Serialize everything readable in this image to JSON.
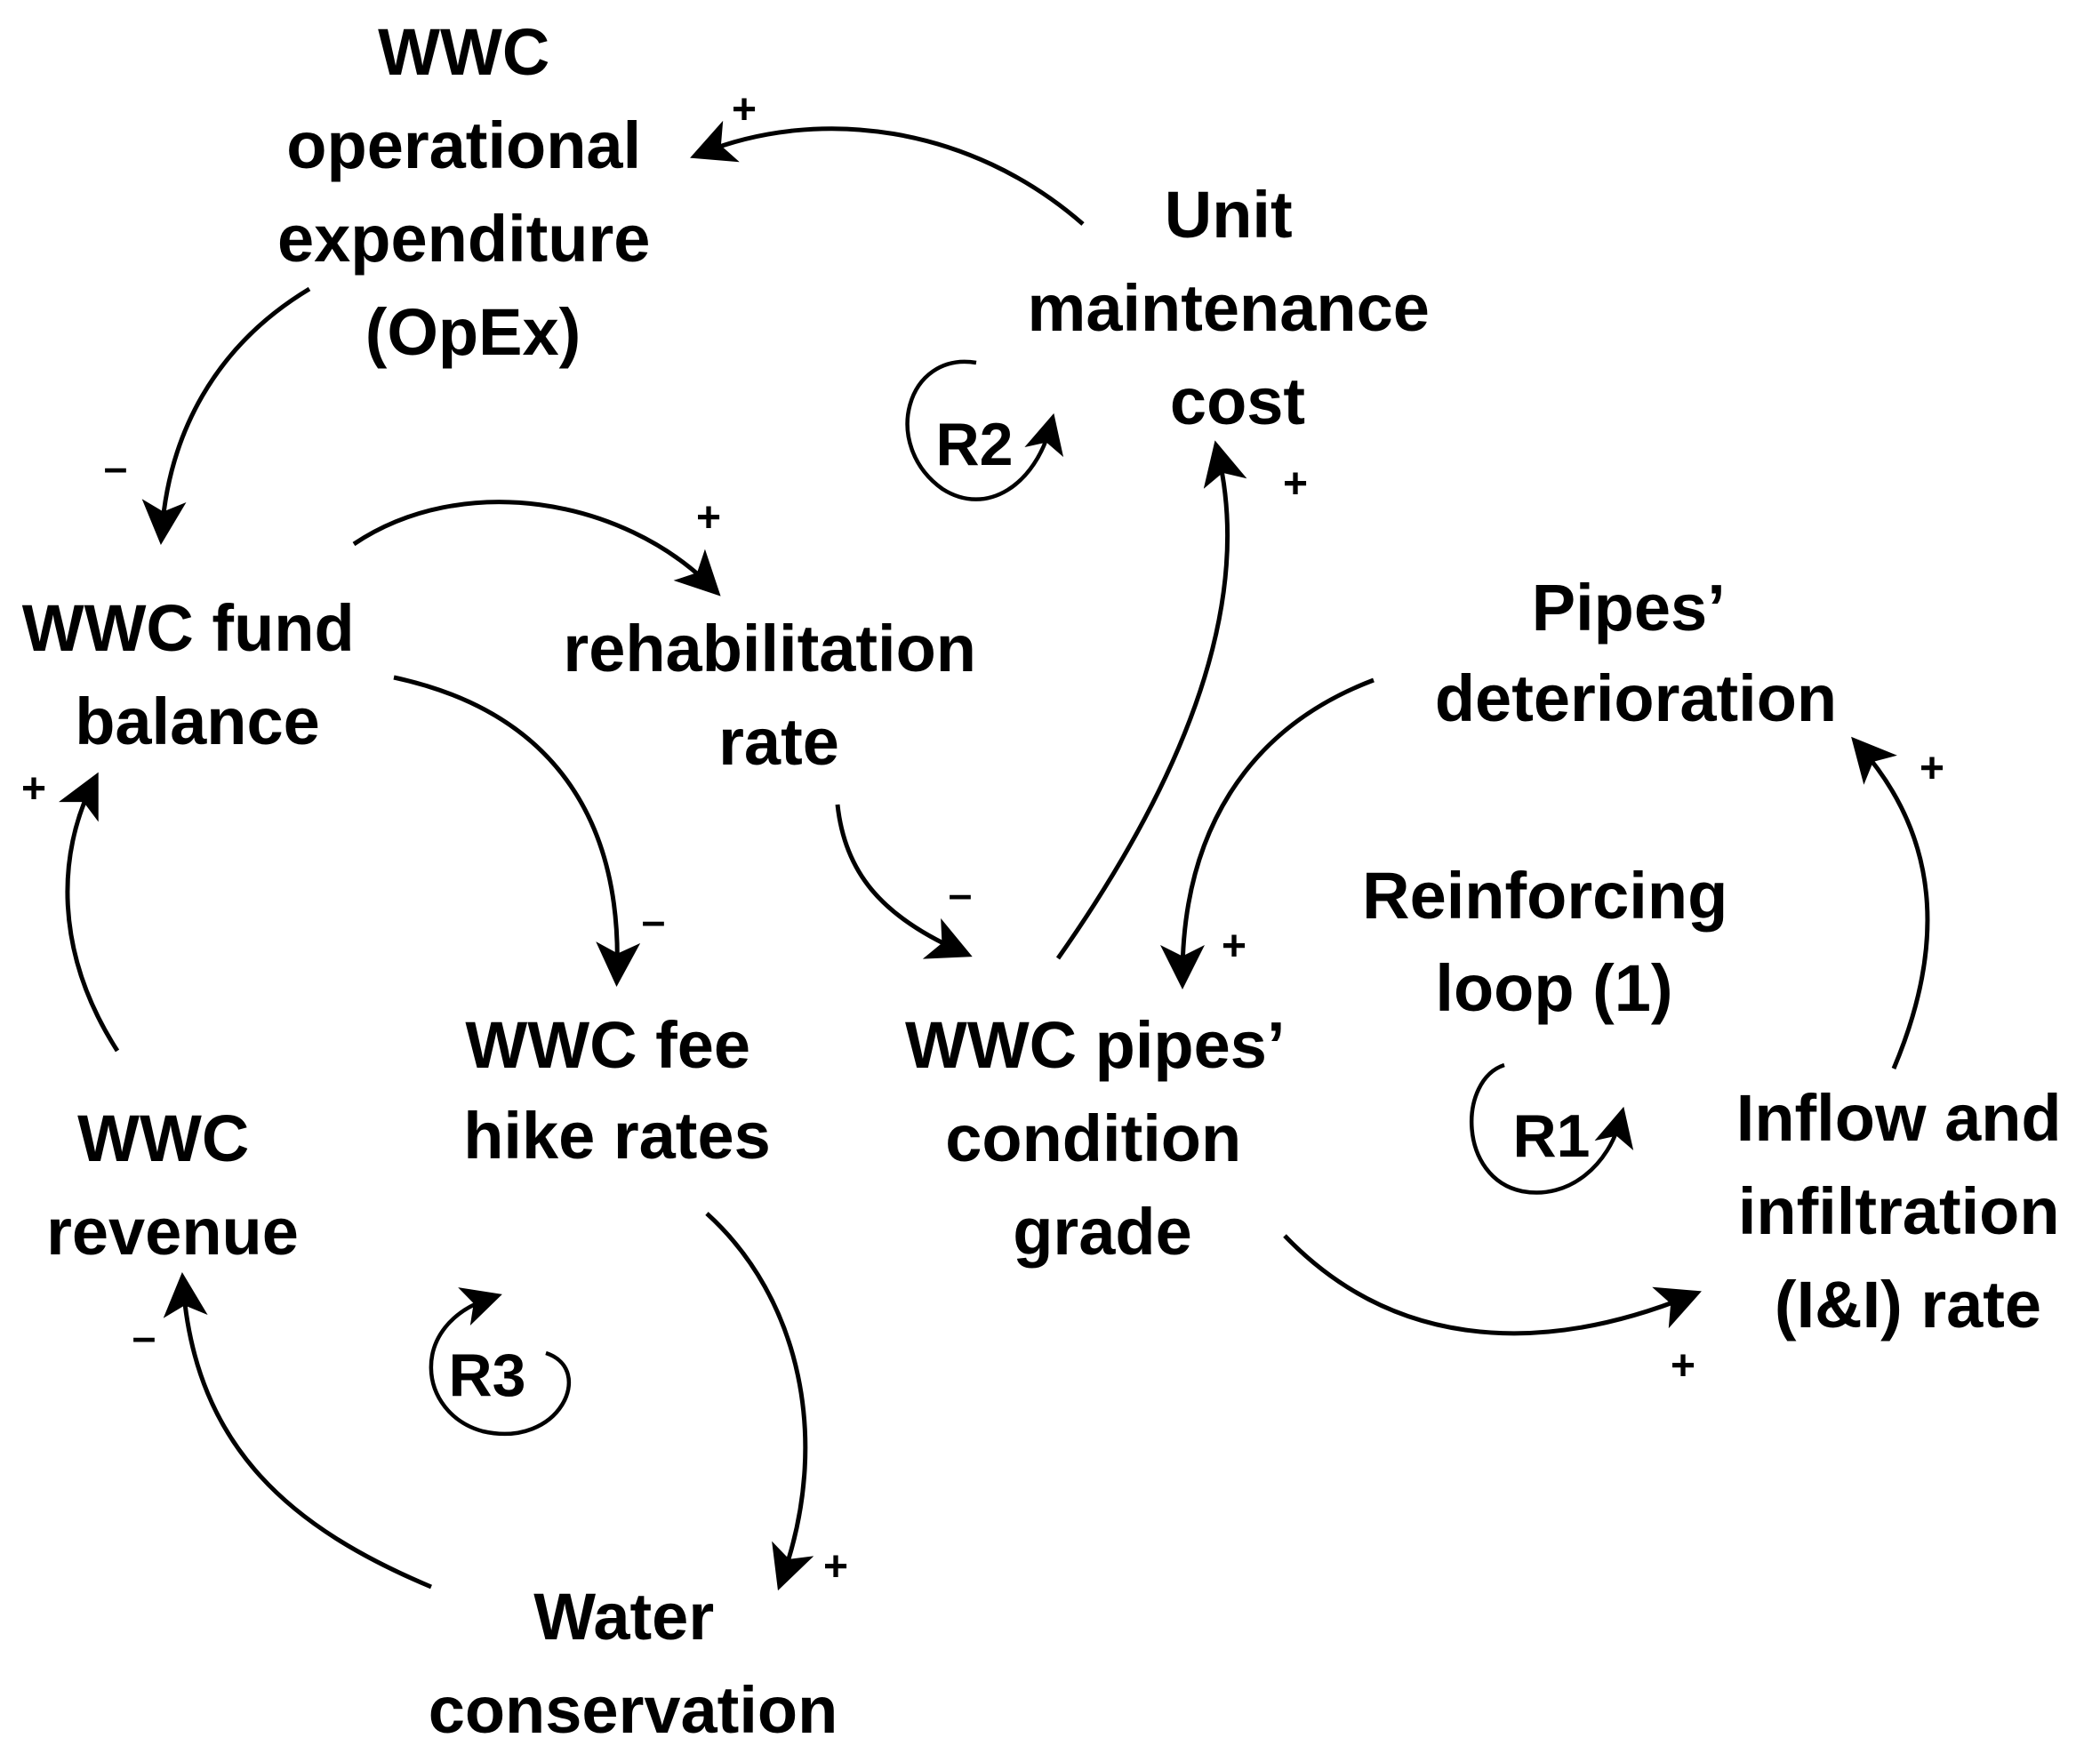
{
  "nodes": {
    "opex": [
      "WWC",
      "operational",
      "expenditure",
      "(OpEx)"
    ],
    "unit_cost": [
      "Unit",
      "maintenance",
      "cost"
    ],
    "fund_balance": [
      "WWC fund",
      "balance"
    ],
    "rehab_rate": [
      "rehabilitation",
      "rate"
    ],
    "pipes_deterioration": [
      "Pipes’",
      "deterioration"
    ],
    "reinforcing_loop": [
      "Reinforcing",
      "loop (1)"
    ],
    "fee_hike": [
      "WWC fee",
      "hike rates"
    ],
    "pipes_condition": [
      "WWC pipes’",
      "condition",
      "grade"
    ],
    "revenue": [
      "WWC",
      "revenue"
    ],
    "inflow": [
      "Inflow and",
      "infiltration",
      "(I&I) rate"
    ],
    "water_conservation": [
      "Water",
      "conservation"
    ]
  },
  "loops": {
    "r1": "R1",
    "r2": "R2",
    "r3": "R3"
  },
  "links": [
    {
      "from": "unit_cost",
      "to": "opex",
      "polarity": "+"
    },
    {
      "from": "opex",
      "to": "fund_balance",
      "polarity": "–"
    },
    {
      "from": "fund_balance",
      "to": "rehab_rate",
      "polarity": "+"
    },
    {
      "from": "fund_balance",
      "to": "fee_hike",
      "polarity": "–"
    },
    {
      "from": "rehab_rate",
      "to": "pipes_condition",
      "polarity": "–"
    },
    {
      "from": "pipes_condition",
      "to": "unit_cost",
      "polarity": "+"
    },
    {
      "from": "pipes_deterioration",
      "to": "pipes_condition",
      "polarity": "+"
    },
    {
      "from": "pipes_condition",
      "to": "inflow",
      "polarity": "+"
    },
    {
      "from": "inflow",
      "to": "pipes_deterioration",
      "polarity": "+"
    },
    {
      "from": "revenue",
      "to": "fund_balance",
      "polarity": "+"
    },
    {
      "from": "fee_hike",
      "to": "water_conservation",
      "polarity": "+"
    },
    {
      "from": "water_conservation",
      "to": "revenue",
      "polarity": "–"
    }
  ]
}
